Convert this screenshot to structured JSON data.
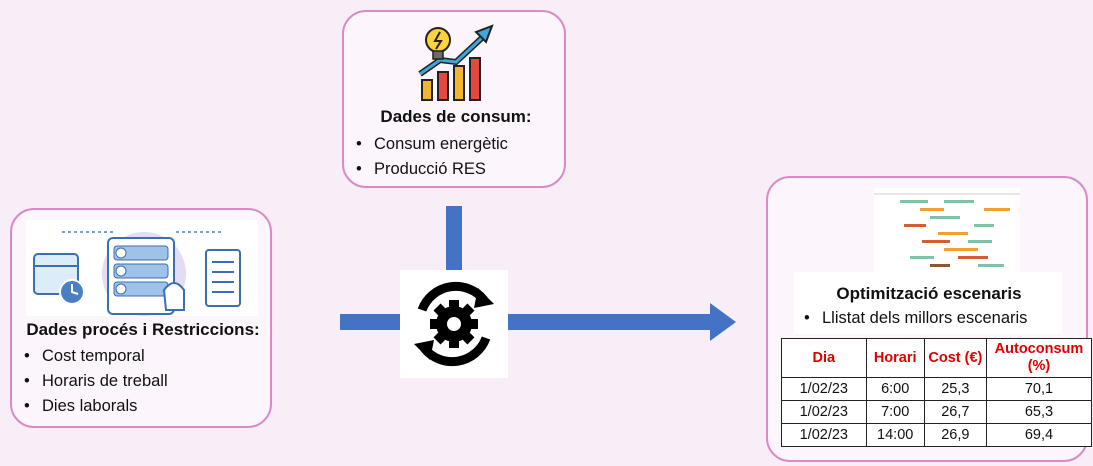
{
  "consumption": {
    "title": "Dades de consum:",
    "items": [
      "Consum energètic",
      "Producció RES"
    ],
    "icon": "lightbulb-growth-chart-icon"
  },
  "process": {
    "title": "Dades procés i Restriccions:",
    "items": [
      "Cost temporal",
      "Horaris de treball",
      "Dies laborals"
    ],
    "icon": "calendar-workflow-checklist-icon"
  },
  "optimization": {
    "title": "Optimització escenaris",
    "items": [
      "Llistat dels millors escenaris"
    ],
    "icon": "gantt-chart-icon",
    "table": {
      "headers": [
        "Dia",
        "Horari",
        "Cost (€)",
        "Autoconsum (%)"
      ],
      "rows": [
        [
          "1/02/23",
          "6:00",
          "25,3",
          "70,1"
        ],
        [
          "1/02/23",
          "7:00",
          "26,7",
          "65,3"
        ],
        [
          "1/02/23",
          "14:00",
          "26,9",
          "69,4"
        ]
      ]
    }
  },
  "processor": {
    "icon": "gear-cycle-icon"
  },
  "colors": {
    "box_border": "#d98bc6",
    "arrow": "#4472c4",
    "header_text": "#e00000",
    "background": "#f7eef7"
  }
}
